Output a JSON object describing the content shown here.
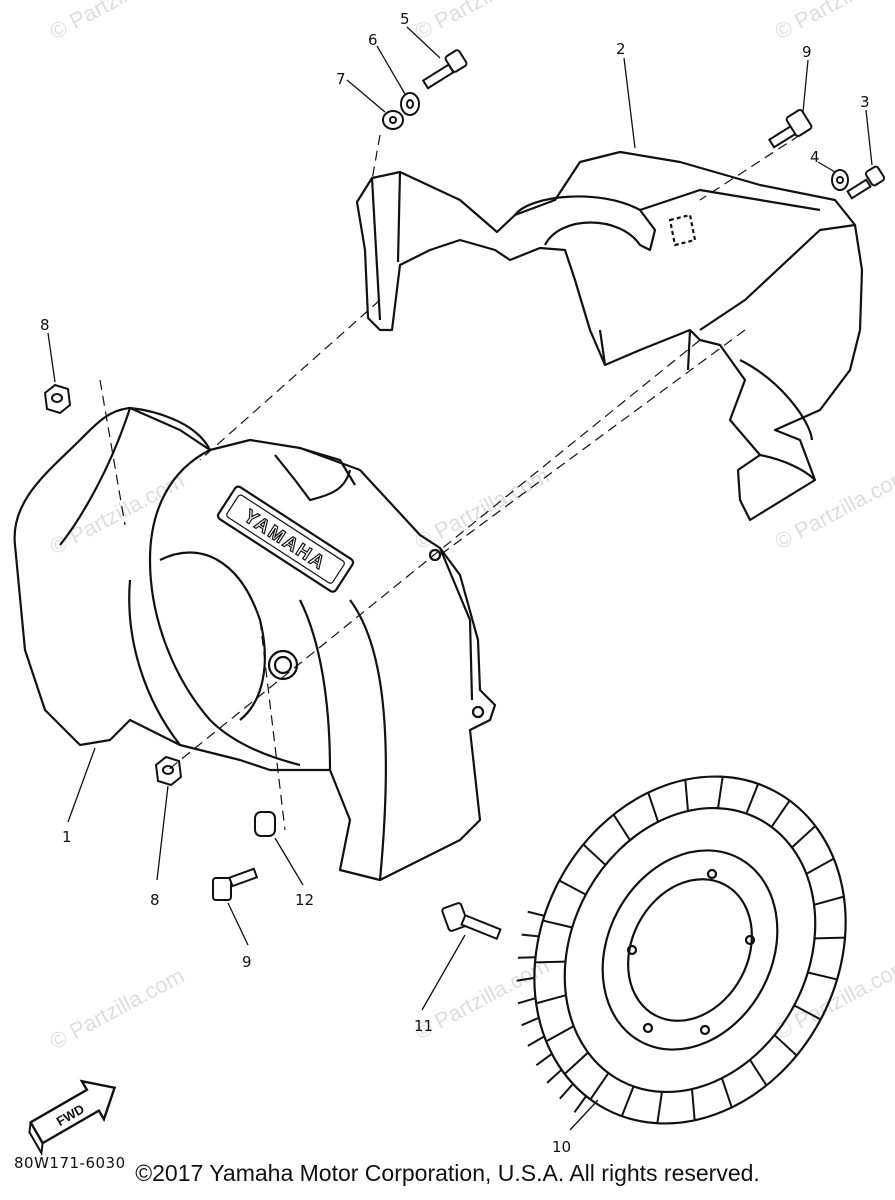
{
  "diagram": {
    "callouts": [
      "1",
      "2",
      "3",
      "4",
      "5",
      "6",
      "7",
      "8",
      "8",
      "9",
      "9",
      "10",
      "11",
      "12"
    ],
    "brand_logo_text": "YAMAHA",
    "fwd_label": "FWD",
    "watermark_text": "© Partzilla.com",
    "reference_code": "80W171-6030",
    "copyright": "©2017 Yamaha Motor Corporation, U.S.A. All rights reserved."
  },
  "colors": {
    "ink": "#111111",
    "background": "#ffffff"
  }
}
